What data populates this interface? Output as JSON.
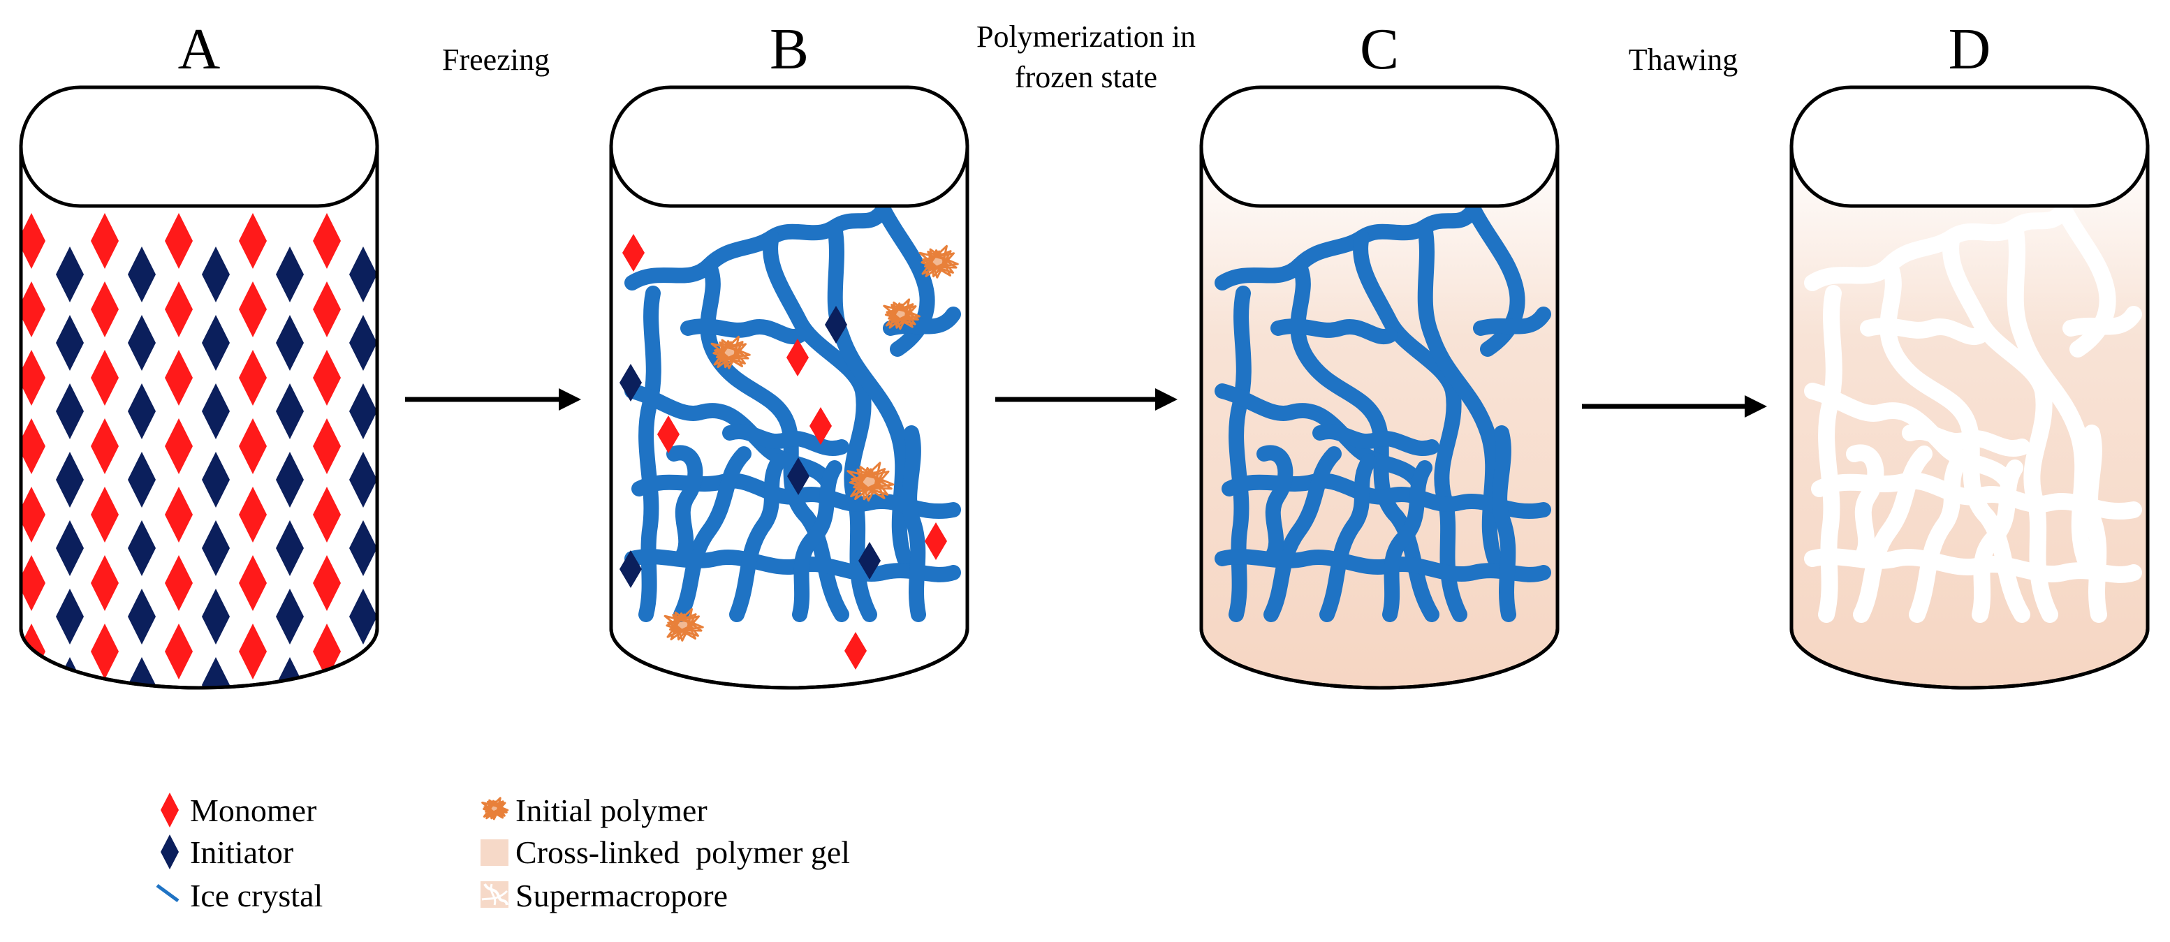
{
  "panels": [
    {
      "letter": "A"
    },
    {
      "letter": "B"
    },
    {
      "letter": "C"
    },
    {
      "letter": "D"
    }
  ],
  "steps": [
    {
      "lines": [
        "Freezing"
      ]
    },
    {
      "lines": [
        "Polymerization in",
        "frozen state"
      ]
    },
    {
      "lines": [
        "Thawing"
      ]
    }
  ],
  "legend": [
    {
      "icon": "monomer-diamond-icon",
      "label": "Monomer"
    },
    {
      "icon": "initiator-diamond-icon",
      "label": "Initiator"
    },
    {
      "icon": "ice-crystal-icon",
      "label": "Ice crystal"
    },
    {
      "icon": "initial-polymer-icon",
      "label": "Initial polymer"
    },
    {
      "icon": "gel-swatch-icon",
      "label": "Cross-linked  polymer gel"
    },
    {
      "icon": "supermacropore-icon",
      "label": "Supermacropore"
    }
  ],
  "colors": {
    "monomer": "#ff1a1a",
    "initiator": "#0b1f5c",
    "ice": "#1f73c4",
    "polymer": "#e8803a",
    "gel": "#f6d9c8",
    "pore": "#ffffff",
    "outline": "#000000"
  }
}
